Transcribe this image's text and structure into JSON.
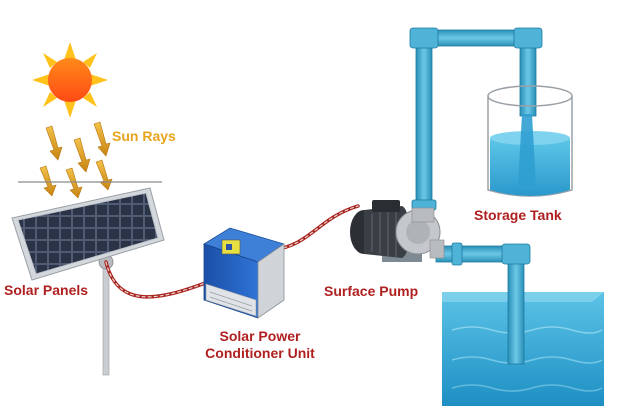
{
  "labels": {
    "sun_rays": "Sun Rays",
    "solar_panels": "Solar Panels",
    "conditioner_line1": "Solar Power",
    "conditioner_line2": "Conditioner Unit",
    "surface_pump": "Surface Pump",
    "storage_tank": "Storage Tank"
  },
  "colors": {
    "sun_rays_label": "#e8a41c",
    "label_text": "#b02020",
    "sun_core": "#ff5a1a",
    "sun_spikes": "#ffc21a",
    "pipe": "#3aa3c8",
    "water": "#2f9fd0",
    "cable": "#a8221e"
  }
}
